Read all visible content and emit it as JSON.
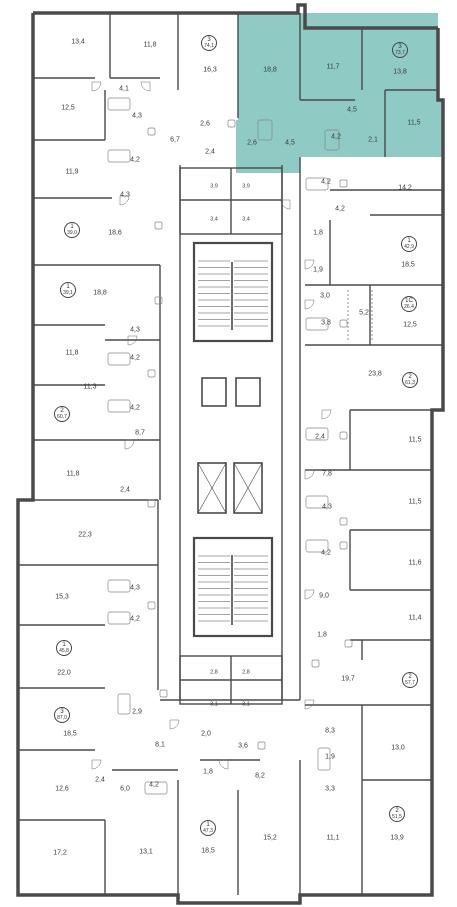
{
  "highlight_color": "#8fcbc4",
  "wall_color": "#4a4a4a",
  "fixture_color": "#888888",
  "room_areas": {
    "r134": "13,4",
    "r118a": "11,8",
    "r163": "16,3",
    "r188t": "18,8",
    "r117t": "11,7",
    "r138t": "13,8",
    "r125": "12,5",
    "r41a": "4,1",
    "r43a": "4,3",
    "r67": "6,7",
    "r26a": "2,6",
    "r24a": "2,4",
    "r26b": "2,6",
    "r45a": "4,5",
    "r45b": "4,5",
    "r42a": "4,2",
    "r21a": "2,1",
    "r115t": "11,5",
    "r42b": "4,2",
    "r119": "11,9",
    "r43b": "4,3",
    "r186": "18,6",
    "r39a": "3,9",
    "r39b": "3,9",
    "r34a": "3,4",
    "r34b": "3,4",
    "r42c": "4,2",
    "r142": "14,2",
    "r42d": "4,2",
    "r18a": "1,8",
    "r185a": "18,5",
    "r19a": "1,9",
    "r188b": "18,8",
    "r30": "3,0",
    "r38": "3,8",
    "r52": "5,2",
    "r125b": "12,5",
    "r43c": "4,3",
    "r118b": "11,8",
    "r238": "23,8",
    "r42e": "4,2",
    "r113": "11,3",
    "r42f": "4,2",
    "r87": "8,7",
    "r24b": "2,4",
    "r115a": "11,5",
    "r118c": "11,8",
    "r78": "7,8",
    "r24c": "2,4",
    "r115b": "11,5",
    "r43d": "4,3",
    "r223": "22,3",
    "r42g": "4,2",
    "r116": "11,6",
    "r90": "9,0",
    "r43e": "4,3",
    "r153": "15,3",
    "r114": "11,4",
    "r42h": "4,2",
    "r18b": "1,8",
    "r220": "22,0",
    "r197": "19,7",
    "r29": "2,9",
    "r185b": "18,5",
    "r81": "8,1",
    "r20": "2,0",
    "r36": "3,6",
    "r83": "8,3",
    "r130": "13,0",
    "r19b": "1,9",
    "r24d": "2,4",
    "r60": "6,0",
    "r126": "12,6",
    "r42i": "4,2",
    "r18c": "1,8",
    "r82": "8,2",
    "r33": "3,3",
    "r172": "17,2",
    "r131": "13,1",
    "r185c": "18,5",
    "r152": "15,2",
    "r111": "11,1",
    "r139": "13,9",
    "r28a": "2,8",
    "r28b": "2,8",
    "r31a": "3,1",
    "r31b": "3,1"
  },
  "apartments": {
    "a1": {
      "rooms": "3",
      "area": "74,1"
    },
    "a2": {
      "rooms": "3",
      "area": "73,7"
    },
    "a3": {
      "rooms": "1",
      "area": "39,0"
    },
    "a4": {
      "rooms": "1",
      "area": "42,9"
    },
    "a5": {
      "rooms": "1",
      "area": "39,1"
    },
    "a6": {
      "rooms": "1C",
      "area": "26,4"
    },
    "a7": {
      "rooms": "2",
      "area": "60,7"
    },
    "a8": {
      "rooms": "2",
      "area": "61,3"
    },
    "a9": {
      "rooms": "1",
      "area": "45,8"
    },
    "a10": {
      "rooms": "2",
      "area": "57,7"
    },
    "a11": {
      "rooms": "3",
      "area": "87,0"
    },
    "a12": {
      "rooms": "1",
      "area": "47,3"
    },
    "a13": {
      "rooms": "2",
      "area": "51,5"
    }
  }
}
